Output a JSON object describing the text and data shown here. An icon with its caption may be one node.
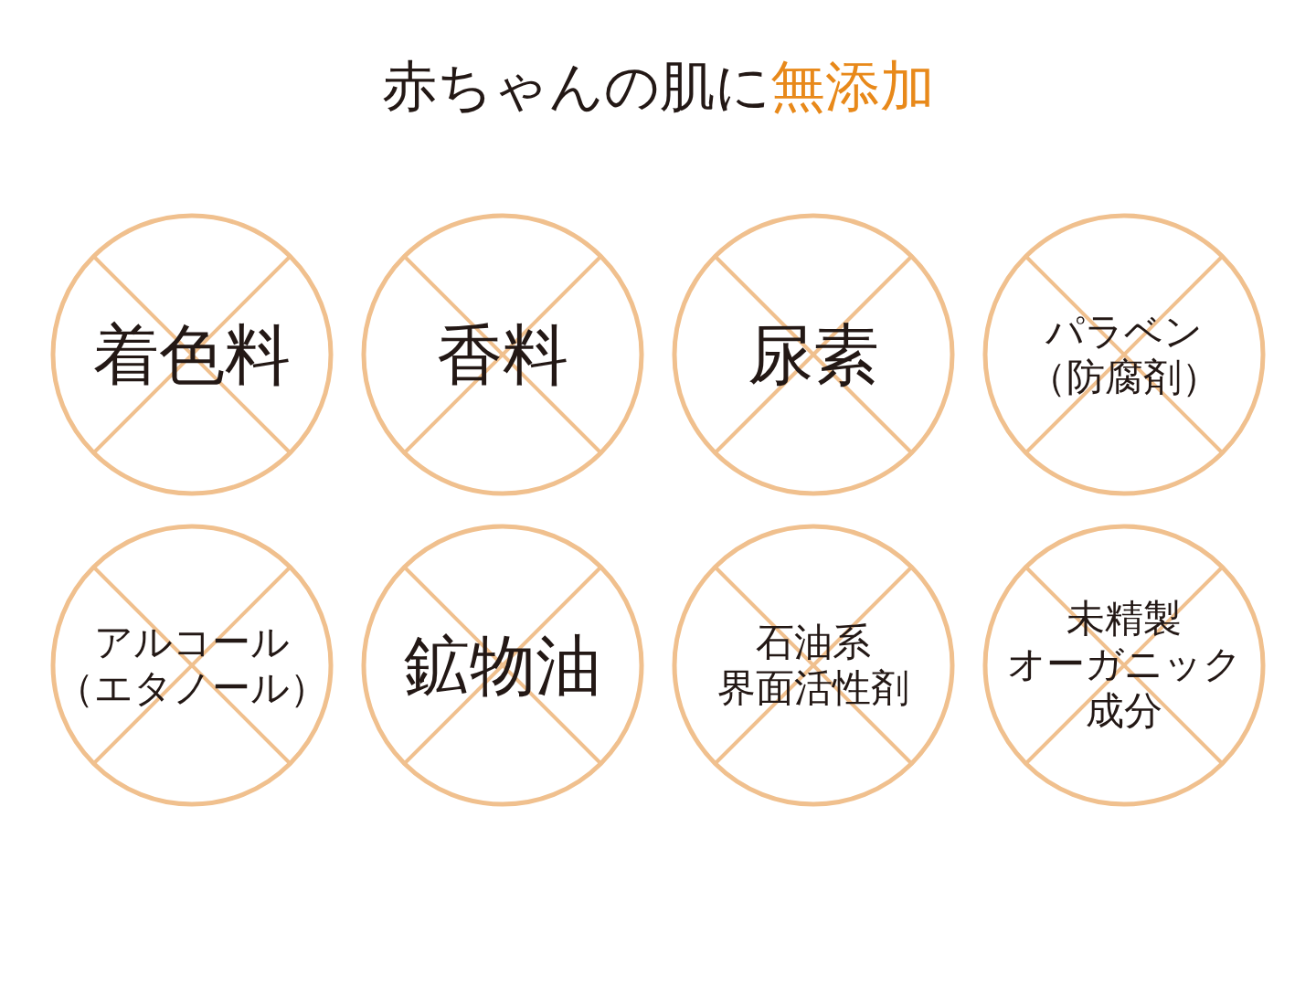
{
  "diagram": {
    "title": "赤ちゃんの肌に無添加",
    "nodes": [
      {
        "text": [
          "着色料"
        ]
      },
      {
        "text": [
          "香料"
        ]
      },
      {
        "text": [
          "尿素"
        ]
      },
      {
        "text": [
          "パラベン（防腐剤）"
        ]
      },
      {
        "text": [
          "アルコール（エタノール）"
        ]
      },
      {
        "text": [
          "鉱物油"
        ]
      },
      {
        "text": [
          "石油系界面活性剤"
        ]
      },
      {
        "text": [
          "未精製オーガニック成分"
        ]
      }
    ],
    "edges": []
  }
}
